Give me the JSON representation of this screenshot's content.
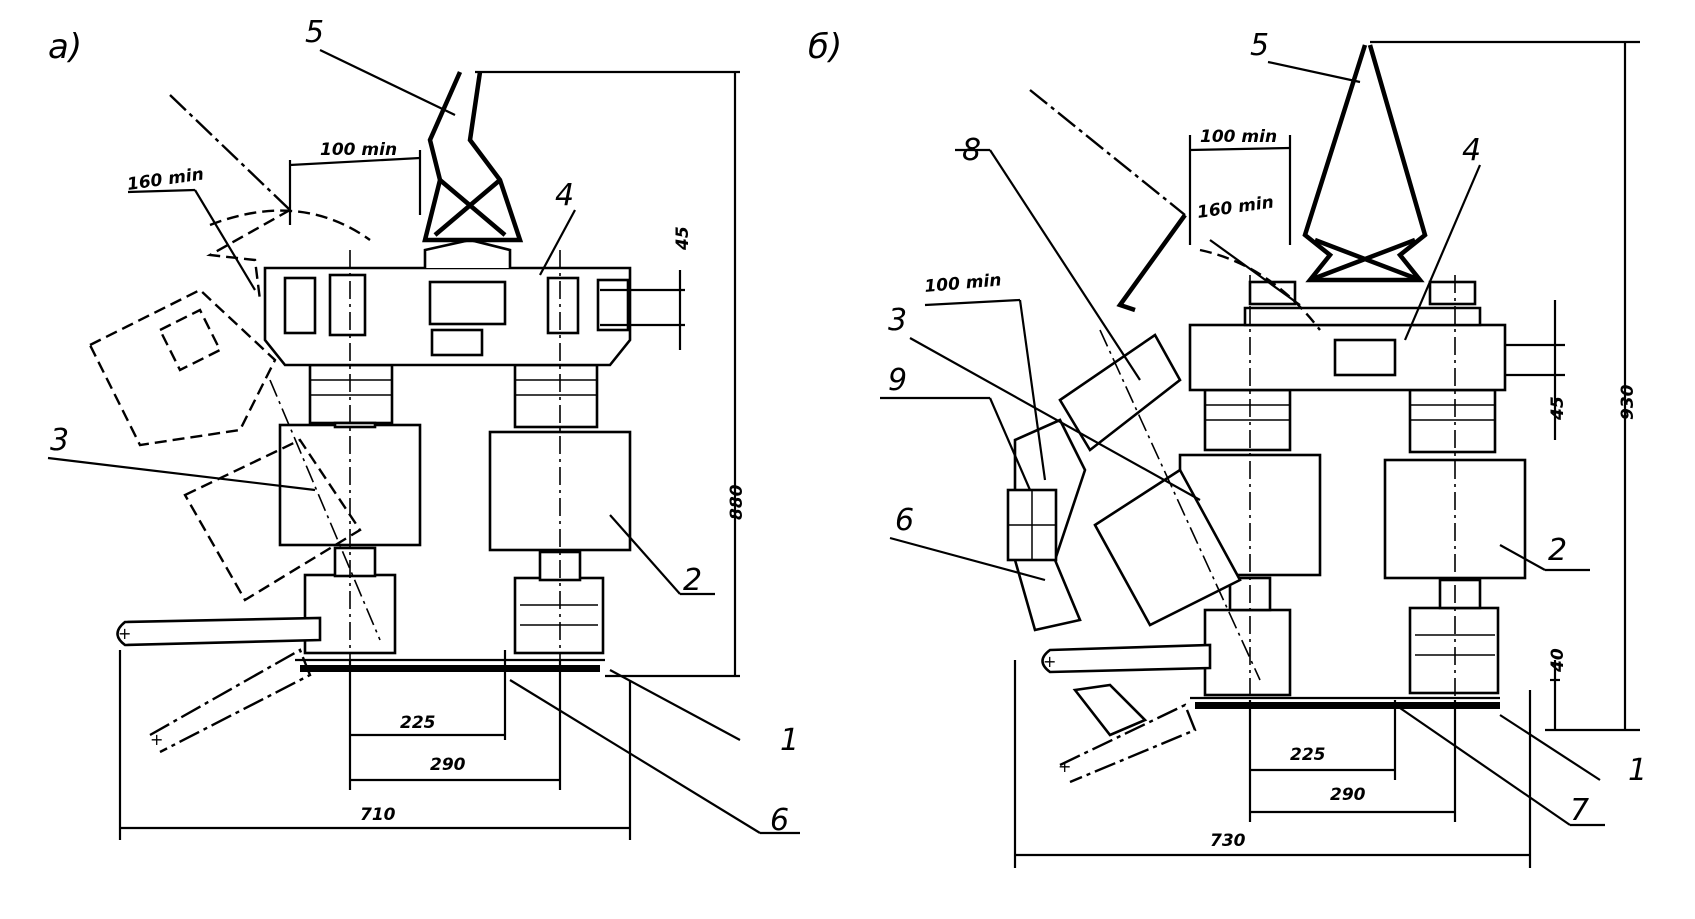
{
  "panels": {
    "a": {
      "letter": "а)"
    },
    "b": {
      "letter": "б)"
    }
  },
  "labels_a": {
    "l1": "1",
    "l2": "2",
    "l3": "3",
    "l4": "4",
    "l5": "5",
    "l6": "6"
  },
  "labels_b": {
    "l1": "1",
    "l2": "2",
    "l3": "3",
    "l4": "4",
    "l5": "5",
    "l6": "6",
    "l7": "7",
    "l8": "8",
    "l9": "9"
  },
  "dims_a": {
    "d100": "100 min",
    "d160": "160 min",
    "d45": "45",
    "d880": "880",
    "d225": "225",
    "d290": "290",
    "d710": "710"
  },
  "dims_b": {
    "d100a": "100 min",
    "d160": "160 min",
    "d100b": "100 min",
    "d45": "45",
    "d930": "930",
    "d40": "40",
    "d225": "225",
    "d290": "290",
    "d730": "730"
  }
}
